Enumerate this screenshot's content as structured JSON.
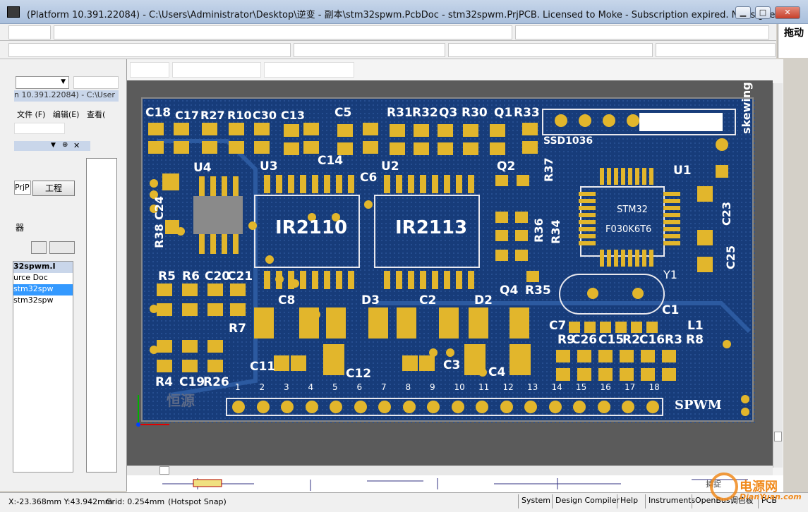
{
  "window": {
    "title": "(Platform 10.391.22084) - C:\\Users\\Administrator\\Desktop\\逆变 - 副本\\stm32spwm.PcbDoc - stm32spwm.PrjPCB. Licensed to Moke - Subscription expired. Not signed in.",
    "min_label": "▁",
    "max_label": "□",
    "close_label": "✕"
  },
  "right_panel": {
    "label": "拖动"
  },
  "left_panel": {
    "project_title": "n 10.391.22084) - C:\\User",
    "menu": [
      "文件 (F)",
      "编辑(E)",
      "查看("
    ],
    "tab_prj": "PrjP",
    "tab_project_button": "工程",
    "side_label": "器",
    "tree": [
      "32spwm.I",
      "urce Doc",
      "stm32spw",
      "stm32spw"
    ]
  },
  "pcb": {
    "designators": [
      "C18",
      "C17",
      "R27",
      "R10",
      "C30",
      "C13",
      "C5",
      "R31",
      "R32",
      "Q3",
      "R30",
      "Q1",
      "R33",
      "SSD1036",
      "U4",
      "U3",
      "C14",
      "C6",
      "U2",
      "Q2",
      "R37",
      "U1",
      "C24",
      "R38",
      "IR2110",
      "IR2113",
      "R36",
      "R34",
      "STM32",
      "F030K6T6",
      "C23",
      "C25",
      "R5",
      "R6",
      "C20",
      "C21",
      "Y1",
      "Q4",
      "R35",
      "C8",
      "D3",
      "C2",
      "D2",
      "C1",
      "C7",
      "L1",
      "R7",
      "R9",
      "C26",
      "C15",
      "R2",
      "C16",
      "R3",
      "R8",
      "C11",
      "C12",
      "C3",
      "C4",
      "R4",
      "C19",
      "R26",
      "skewing",
      "SPWM",
      "恒源"
    ],
    "pin_numbers": [
      "1",
      "2",
      "3",
      "4",
      "5",
      "6",
      "7",
      "8",
      "9",
      "10",
      "11",
      "12",
      "13",
      "14",
      "15",
      "16",
      "17",
      "18"
    ]
  },
  "status": {
    "coords": "X:-23.368mm Y:43.942mm",
    "grid": "Grid: 0.254mm",
    "snap": "(Hotspot Snap)",
    "buttons": [
      "System",
      "Design Compiler",
      "Help",
      "Instruments",
      "OpenBus调色板",
      "PCB"
    ]
  },
  "watermark": {
    "text": "电源网",
    "url": "DianYuan.com",
    "small": "捕捉"
  },
  "colors": {
    "board": "#173c7a",
    "pad": "#e2b62c",
    "silk": "#ffffff",
    "titlebar": "#b8cae3"
  }
}
